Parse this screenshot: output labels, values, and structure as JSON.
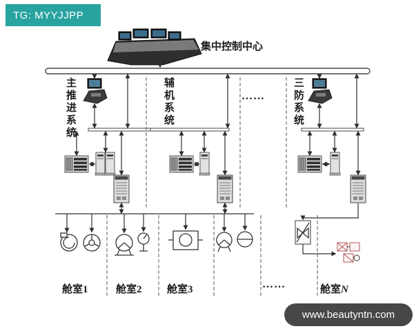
{
  "watermarks": {
    "top": {
      "text": "TG: MYYJJPP",
      "bg": "#29a3a0",
      "fg": "#ffffff"
    },
    "bottom": {
      "text": "www.beautyntn.com",
      "bg": "#474747",
      "fg": "#ffffff"
    }
  },
  "diagram": {
    "control_center_label": "集中控制中心",
    "sections": [
      {
        "label": "主推进系统"
      },
      {
        "label": "辅机系统"
      },
      {
        "label": "三防系统"
      }
    ],
    "ellipsis_top": "……",
    "ellipsis_bottom": "……",
    "cabins": [
      {
        "prefix": "舱室",
        "num": "1"
      },
      {
        "prefix": "舱室",
        "num": "2"
      },
      {
        "prefix": "舱室",
        "num": "3"
      },
      {
        "prefix": "舱室",
        "num": "N"
      }
    ],
    "icons": [
      "control-console",
      "operator-workstation",
      "io-rack",
      "tower-computer",
      "plc-controller",
      "blower",
      "fan",
      "pump",
      "gauge",
      "motor",
      "flow-meter",
      "valve",
      "hydraulic-unit"
    ],
    "colors": {
      "line": "#2f2f2f",
      "accent_teal": "#29a3a0",
      "badge_dark": "#474747"
    }
  }
}
